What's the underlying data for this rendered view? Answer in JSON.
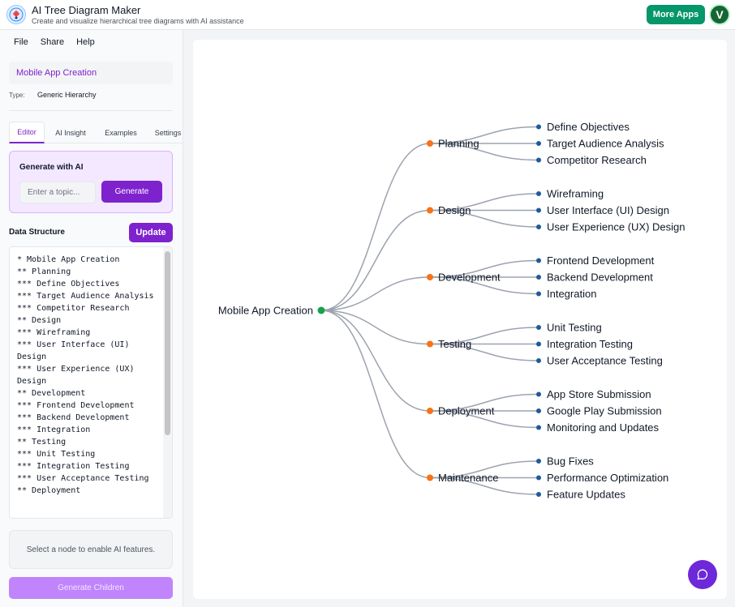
{
  "header": {
    "title": "AI Tree Diagram Maker",
    "subtitle": "Create and visualize hierarchical tree diagrams with AI assistance",
    "more_apps_label": "More Apps",
    "avatar_initial": "V"
  },
  "menu": {
    "file": "File",
    "share": "Share",
    "help": "Help"
  },
  "document": {
    "title": "Mobile App Creation",
    "type_label": "Type:",
    "type_value": "Generic Hierarchy"
  },
  "tabs": [
    {
      "label": "Editor",
      "active": true
    },
    {
      "label": "AI Insight",
      "active": false
    },
    {
      "label": "Examples",
      "active": false
    },
    {
      "label": "Settings",
      "active": false
    }
  ],
  "generate": {
    "title": "Generate with AI",
    "placeholder": "Enter a topic...",
    "button_label": "Generate"
  },
  "data_structure": {
    "label": "Data Structure",
    "update_label": "Update",
    "content": "* Mobile App Creation\n** Planning\n*** Define Objectives\n*** Target Audience Analysis\n*** Competitor Research\n** Design\n*** Wireframing\n*** User Interface (UI) Design\n*** User Experience (UX) Design\n** Development\n*** Frontend Development\n*** Backend Development\n*** Integration\n** Testing\n*** Unit Testing\n*** Integration Testing\n*** User Acceptance Testing\n** Deployment"
  },
  "hint": "Select a node to enable AI features.",
  "generate_children_label": "Generate Children",
  "tree": {
    "root": "Mobile App Creation",
    "children": [
      {
        "label": "Planning",
        "children": [
          "Define Objectives",
          "Target Audience Analysis",
          "Competitor Research"
        ]
      },
      {
        "label": "Design",
        "children": [
          "Wireframing",
          "User Interface (UI) Design",
          "User Experience (UX) Design"
        ]
      },
      {
        "label": "Development",
        "children": [
          "Frontend Development",
          "Backend Development",
          "Integration"
        ]
      },
      {
        "label": "Testing",
        "children": [
          "Unit Testing",
          "Integration Testing",
          "User Acceptance Testing"
        ]
      },
      {
        "label": "Deployment",
        "children": [
          "App Store Submission",
          "Google Play Submission",
          "Monitoring and Updates"
        ]
      },
      {
        "label": "Maintenance",
        "children": [
          "Bug Fixes",
          "Performance Optimization",
          "Feature Updates"
        ]
      }
    ]
  },
  "colors": {
    "accent": "#7e22ce",
    "root_node": "#16a34a",
    "branch_node": "#f97316",
    "leaf_node": "#1e5a9c",
    "link": "#9ca3af",
    "more_apps": "#059669"
  }
}
